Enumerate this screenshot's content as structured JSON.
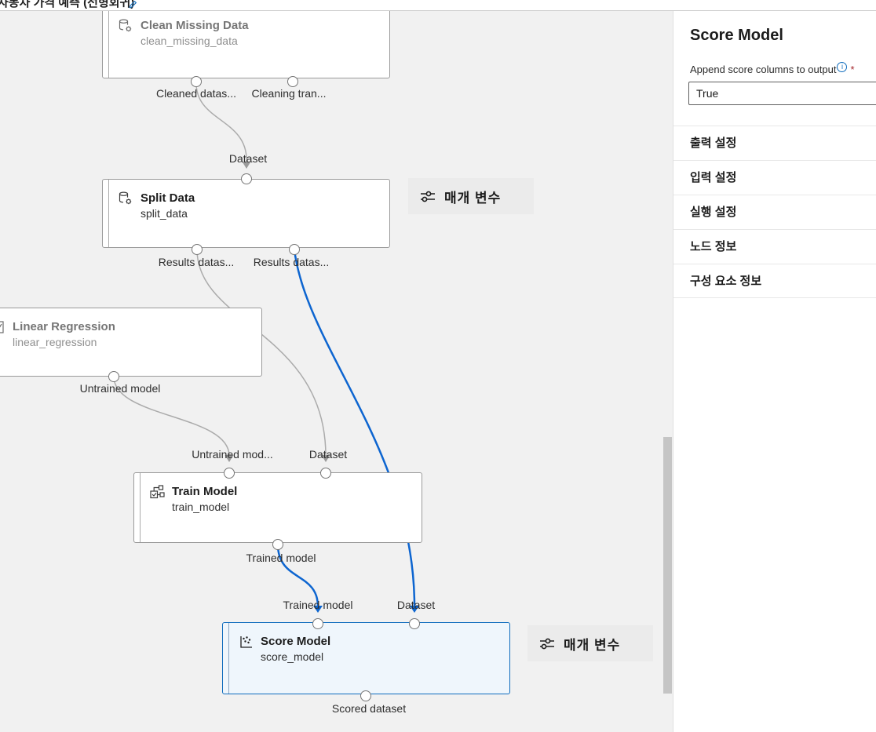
{
  "header": {
    "title": "자동차 가격 예측 (선형회귀)"
  },
  "canvas": {
    "param_badge": "매개 변수",
    "nodes": [
      {
        "title": "Clean Missing Data",
        "subtitle": "clean_missing_data",
        "outputs": [
          "Cleaned datas...",
          "Cleaning tran..."
        ]
      },
      {
        "title": "Split Data",
        "subtitle": "split_data",
        "inputs": [
          "Dataset"
        ],
        "outputs": [
          "Results datas...",
          "Results datas..."
        ]
      },
      {
        "title": "Linear Regression",
        "subtitle": "linear_regression",
        "outputs": [
          "Untrained model"
        ]
      },
      {
        "title": "Train Model",
        "subtitle": "train_model",
        "inputs": [
          "Untrained mod...",
          "Dataset"
        ],
        "outputs": [
          "Trained model"
        ]
      },
      {
        "title": "Score Model",
        "subtitle": "score_model",
        "inputs": [
          "Trained model",
          "Dataset"
        ],
        "outputs": [
          "Scored dataset"
        ]
      }
    ]
  },
  "panel": {
    "title": "Score Model",
    "field_label": "Append score columns to output",
    "info_glyph": "i",
    "required_marker": "*",
    "field_value": "True",
    "sections": [
      {
        "label": "출력 설정"
      },
      {
        "label": "입력 설정"
      },
      {
        "label": "실행 설정"
      },
      {
        "label": "노드 정보"
      },
      {
        "label": "구성 요소 정보"
      }
    ]
  },
  "colors": {
    "accent_blue": "#0f6cbd",
    "edge_blue": "#0d65d0",
    "edge_gray": "#ababab",
    "selected_node_fill": "#eff6fc",
    "required_red": "#a4262c",
    "canvas_bg": "#f1f1f1",
    "badge_bg": "#ebebeb"
  }
}
